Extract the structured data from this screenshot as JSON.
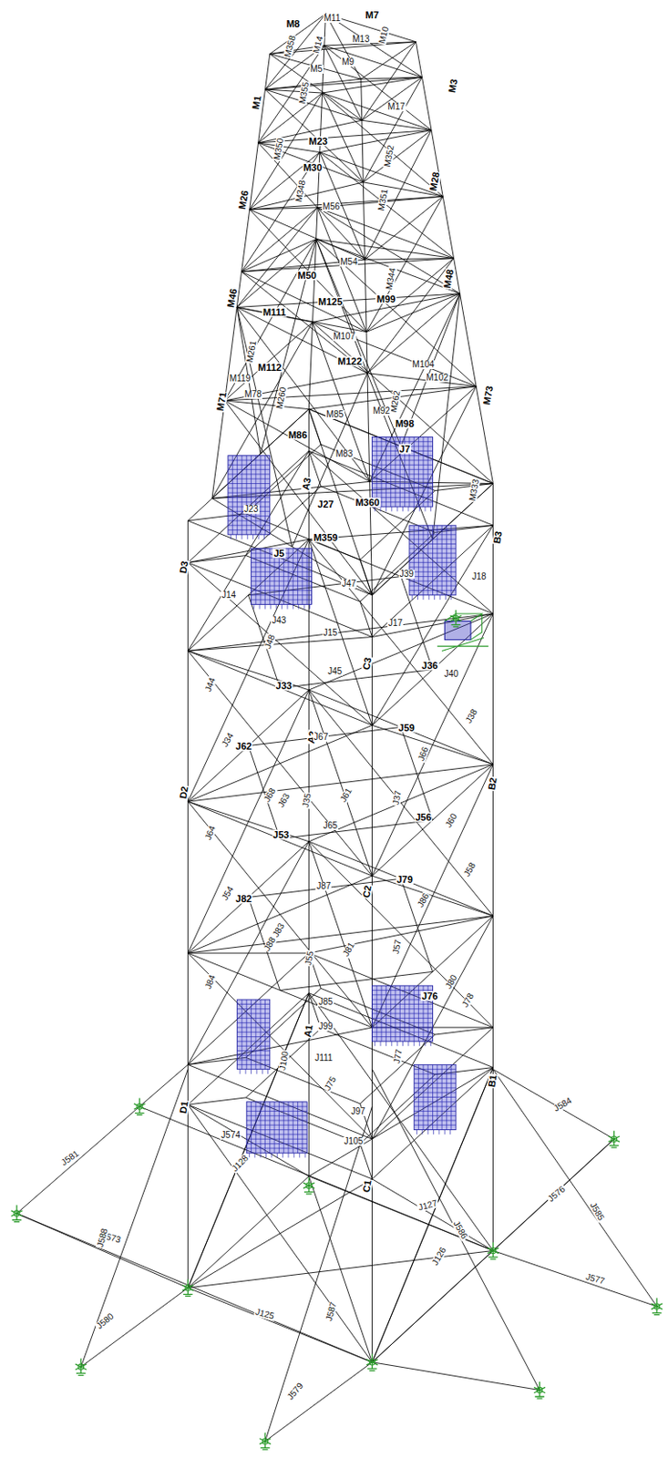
{
  "diagram": {
    "labels": [
      "M8",
      "M11",
      "M7",
      "M358",
      "M14",
      "M13",
      "M10",
      "M9",
      "M5",
      "M1",
      "M3",
      "M355",
      "M17",
      "M23",
      "M350",
      "M352",
      "M30",
      "M26",
      "M28",
      "M348",
      "M351",
      "M56",
      "M50",
      "M54",
      "M46",
      "M48",
      "M344",
      "M125",
      "M99",
      "M111",
      "M107",
      "M122",
      "M119",
      "M112",
      "M261",
      "M260",
      "M262",
      "M104",
      "M102",
      "M92",
      "M78",
      "M71",
      "M73",
      "M86",
      "M98",
      "M85",
      "M83",
      "M360",
      "M359",
      "M333",
      "J27",
      "J23",
      "J7",
      "J5",
      "J47",
      "J39",
      "J18",
      "J14",
      "J43",
      "J48",
      "J15",
      "J17",
      "J45",
      "J36",
      "J40",
      "J38",
      "J44",
      "J33",
      "A3",
      "A2",
      "A1",
      "B3",
      "B2",
      "B1",
      "C3",
      "C2",
      "C1",
      "D3",
      "D2",
      "D1",
      "J34",
      "J62",
      "J67",
      "J59",
      "J35",
      "J61",
      "J37",
      "J66",
      "J68",
      "J63",
      "J65",
      "J53",
      "J56",
      "J60",
      "J58",
      "J64",
      "J54",
      "J82",
      "J87",
      "J79",
      "J57",
      "J86",
      "J83",
      "J81",
      "J55",
      "J88",
      "J84",
      "J85",
      "J76",
      "J80",
      "J78",
      "J99",
      "J111",
      "J75",
      "J77",
      "J97",
      "J100",
      "J105",
      "J574",
      "J125",
      "J128",
      "J126",
      "J127",
      "J581",
      "J573",
      "J588",
      "J580",
      "J579",
      "J587",
      "J586",
      "J576",
      "J577",
      "J584",
      "J585"
    ]
  }
}
